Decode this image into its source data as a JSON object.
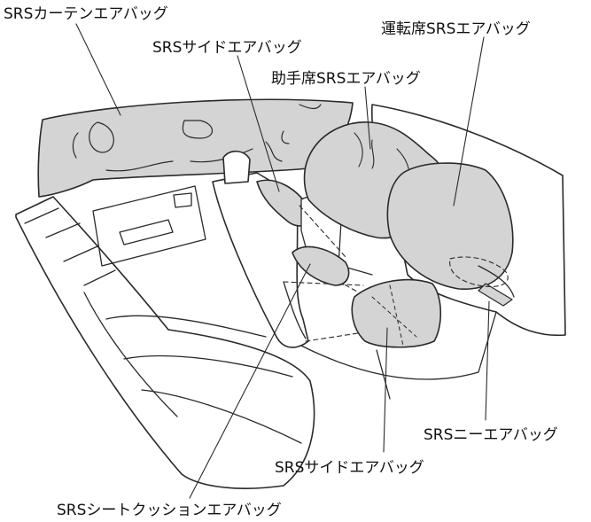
{
  "labels": {
    "curtain": "SRSカーテンエアバッグ",
    "side_front": "SRSサイドエアバッグ",
    "passenger": "助手席SRSエアバッグ",
    "driver": "運転席SRSエアバッグ",
    "knee": "SRSニーエアバッグ",
    "side_rear": "SRSサイドエアバッグ",
    "cushion": "SRSシートクッションエアバッグ"
  },
  "colors": {
    "airbag_fill": "#d4d4d4",
    "line": "#2a2a2a",
    "background": "#ffffff"
  }
}
